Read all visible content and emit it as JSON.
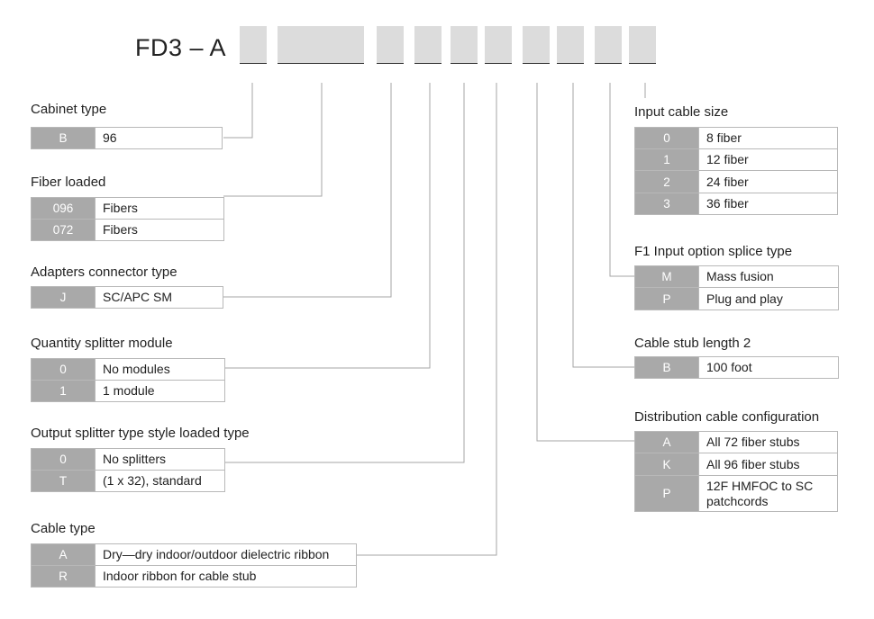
{
  "part_code": {
    "prefix": "FD3 – A"
  },
  "groups": {
    "cabinet_type": {
      "title": "Cabinet type",
      "options": [
        {
          "code": "B",
          "desc": "96"
        }
      ]
    },
    "fiber_loaded": {
      "title": "Fiber loaded",
      "options": [
        {
          "code": "096",
          "desc": "Fibers"
        },
        {
          "code": "072",
          "desc": "Fibers"
        }
      ]
    },
    "adapters_connector_type": {
      "title": "Adapters connector type",
      "options": [
        {
          "code": "J",
          "desc": "SC/APC SM"
        }
      ]
    },
    "quantity_splitter_module": {
      "title": "Quantity splitter module",
      "options": [
        {
          "code": "0",
          "desc": "No modules"
        },
        {
          "code": "1",
          "desc": "1 module"
        }
      ]
    },
    "output_splitter_type": {
      "title": "Output splitter type style loaded type",
      "options": [
        {
          "code": "0",
          "desc": "No splitters"
        },
        {
          "code": "T",
          "desc": "(1 x 32), standard"
        }
      ]
    },
    "cable_type": {
      "title": "Cable type",
      "options": [
        {
          "code": "A",
          "desc": "Dry—dry indoor/outdoor dielectric ribbon"
        },
        {
          "code": "R",
          "desc": "Indoor ribbon for cable stub"
        }
      ]
    },
    "input_cable_size": {
      "title": "Input cable size",
      "options": [
        {
          "code": "0",
          "desc": "8 fiber"
        },
        {
          "code": "1",
          "desc": "12 fiber"
        },
        {
          "code": "2",
          "desc": "24 fiber"
        },
        {
          "code": "3",
          "desc": "36 fiber"
        }
      ]
    },
    "f1_input_option_splice_type": {
      "title": "F1 Input option splice type",
      "options": [
        {
          "code": "M",
          "desc": "Mass fusion"
        },
        {
          "code": "P",
          "desc": "Plug and play"
        }
      ]
    },
    "cable_stub_length": {
      "title": "Cable stub length 2",
      "options": [
        {
          "code": "B",
          "desc": "100 foot"
        }
      ]
    },
    "distribution_cable_configuration": {
      "title": "Distribution cable configuration",
      "options": [
        {
          "code": "A",
          "desc": "All 72 fiber stubs"
        },
        {
          "code": "K",
          "desc": "All 96 fiber stubs"
        },
        {
          "code": "P",
          "desc": "12F HMFOC to SC patchcords"
        }
      ]
    }
  }
}
